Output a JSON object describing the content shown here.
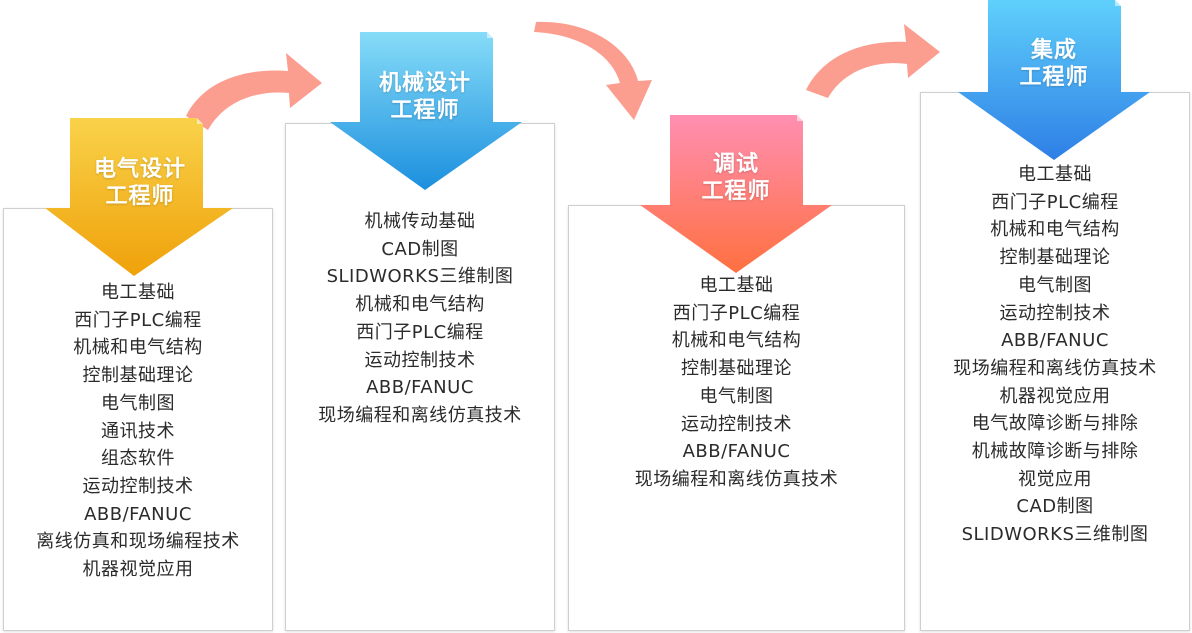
{
  "colors": {
    "arrow": "#fb9e90",
    "gold_top": "#f9d24a",
    "gold_bottom": "#efa10a",
    "blue_top": "#86dcf8",
    "blue_bottom": "#1b8fde",
    "pink_top": "#ff8fb2",
    "pink_bottom": "#ff7040",
    "navy_top": "#5fd0fb",
    "navy_bottom": "#2e7fe6"
  },
  "roles": [
    {
      "title_line1": "电气设计",
      "title_line2": "工程师",
      "courses": [
        "电工基础",
        "西门子PLC编程",
        "机械和电气结构",
        "控制基础理论",
        "电气制图",
        "通讯技术",
        "组态软件",
        "运动控制技术",
        "ABB/FANUC",
        "离线仿真和现场编程技术",
        "机器视觉应用"
      ]
    },
    {
      "title_line1": "机械设计",
      "title_line2": "工程师",
      "courses": [
        "机械传动基础",
        "CAD制图",
        "SLIDWORKS三维制图",
        "机械和电气结构",
        "西门子PLC编程",
        "运动控制技术",
        "ABB/FANUC",
        "现场编程和离线仿真技术"
      ]
    },
    {
      "title_line1": "调试",
      "title_line2": "工程师",
      "courses": [
        "电工基础",
        "西门子PLC编程",
        "机械和电气结构",
        "控制基础理论",
        "电气制图",
        "运动控制技术",
        "ABB/FANUC",
        "现场编程和离线仿真技术"
      ]
    },
    {
      "title_line1": "集成",
      "title_line2": "工程师",
      "courses": [
        "电工基础",
        "西门子PLC编程",
        "机械和电气结构",
        "控制基础理论",
        "电气制图",
        "运动控制技术",
        "ABB/FANUC",
        "现场编程和离线仿真技术",
        "机器视觉应用",
        "电气故障诊断与排除",
        "机械故障诊断与排除",
        "视觉应用",
        "CAD制图",
        "SLIDWORKS三维制图"
      ]
    }
  ]
}
